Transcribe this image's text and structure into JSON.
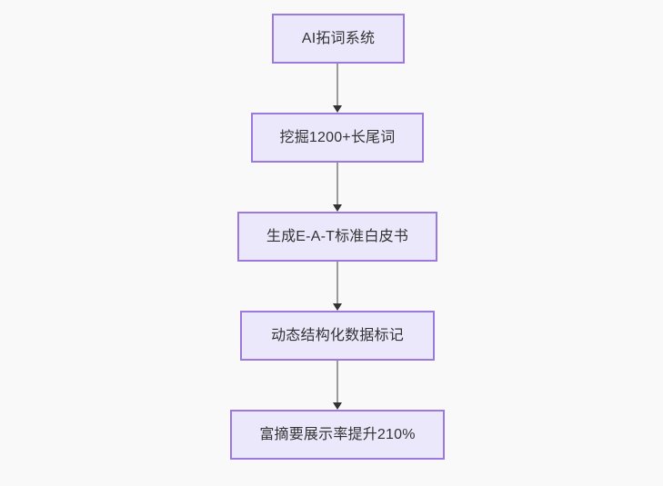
{
  "diagram": {
    "type": "flowchart",
    "direction": "top-to-bottom",
    "background_color": "#f9f9f9",
    "node_fill_color": "#ebe8fc",
    "node_border_color": "#9b79dd",
    "node_text_color": "#333333",
    "edge_color": "#9a9a9a",
    "arrowhead_color": "#333333",
    "nodes": [
      {
        "id": "n1",
        "label": "AI拓词系统"
      },
      {
        "id": "n2",
        "label": "挖掘1200+长尾词"
      },
      {
        "id": "n3",
        "label": "生成E-A-T标准白皮书"
      },
      {
        "id": "n4",
        "label": "动态结构化数据标记"
      },
      {
        "id": "n5",
        "label": "富摘要展示率提升210%"
      }
    ],
    "edges": [
      {
        "from": "n1",
        "to": "n2",
        "label": ""
      },
      {
        "from": "n2",
        "to": "n3",
        "label": ""
      },
      {
        "from": "n3",
        "to": "n4",
        "label": ""
      },
      {
        "from": "n4",
        "to": "n5",
        "label": ""
      }
    ]
  }
}
